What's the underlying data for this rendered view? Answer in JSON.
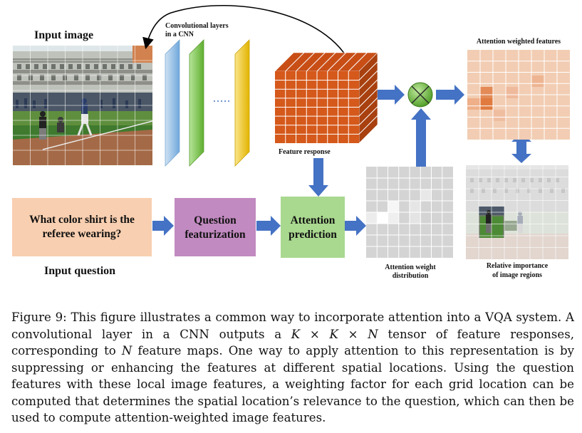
{
  "labels": {
    "input_image": "Input image",
    "conv_layers_line1": "Convolutional layers",
    "conv_layers_line2": "in a CNN",
    "feature_response": "Feature response",
    "attention_weighted_features": "Attention weighted features",
    "input_question": "Input question",
    "attention_weight_line1": "Attention weight",
    "attention_weight_line2": "distribution",
    "relative_importance_line1": "Relative importance",
    "relative_importance_line2": "of image regions"
  },
  "boxes": {
    "question_line1": "What color shirt is the",
    "question_line2": "referee wearing?",
    "featurization_line1": "Question",
    "featurization_line2": "featurization",
    "prediction_line1": "Attention",
    "prediction_line2": "prediction"
  },
  "caption": {
    "label": "Figure 9:",
    "p1": " This figure illustrates a common way to incorporate attention into a VQA system. A convolutional layer in a CNN outputs a ",
    "K1": "K",
    "times1": " × ",
    "K2": "K",
    "times2": " × ",
    "N1": "N",
    "p2": " tensor of feature responses, corresponding to ",
    "N2": "N",
    "p3": " feature maps. One way to apply attention to this representation is by suppressing or enhancing the features at different spatial locations. Using the question features with these local image features, a weighting factor for each grid location can be computed that determines the spatial location’s relevance to the question, which can then be used to compute attention-weighted image features."
  },
  "colors": {
    "question_box": "#f8cfb0",
    "featurization_box": "#c18ac0",
    "prediction_box": "#a9d88f",
    "arrow_blue": "#4472c4",
    "feature_orange": "#d5591b",
    "multiply_node": "#5aa02c",
    "conv_blue": "#9dc3e6",
    "conv_green": "#8bcf5c",
    "conv_yellow": "#f2cf35"
  },
  "icons": {
    "multiply_node": "circle-times-icon"
  }
}
